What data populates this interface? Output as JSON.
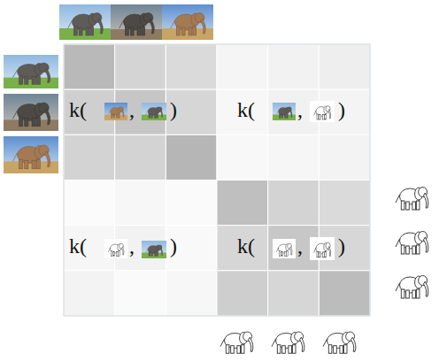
{
  "diagram": {
    "labels": [
      "k(",
      ",",
      ")",
      "k(",
      ",",
      ")",
      "k(",
      ",",
      ")",
      "k(",
      ",",
      ")"
    ]
  }
}
